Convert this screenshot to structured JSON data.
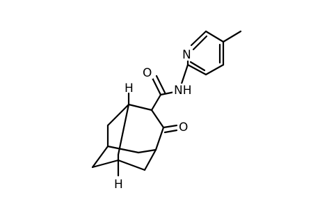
{
  "molecule": {
    "atoms": {
      "n_ring": "N",
      "n_amide": "NH",
      "o_amide": "O",
      "o_ketone": "O",
      "h_top": "H",
      "h_bottom": "H"
    }
  }
}
